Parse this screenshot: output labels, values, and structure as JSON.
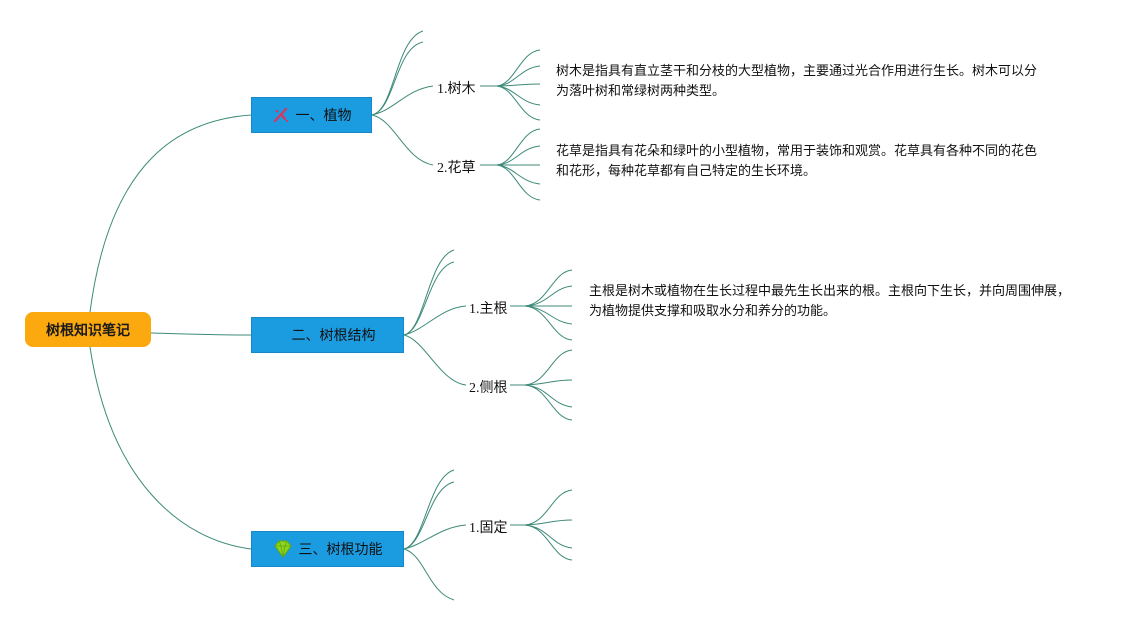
{
  "root": {
    "label": "树根知识笔记"
  },
  "branches": [
    {
      "label": "一、植物",
      "icon": "sparkles-icon",
      "children": [
        {
          "label": "1.树木",
          "note": "树木是指具有直立茎干和分枝的大型植物，主要通过光合作用进行生长。树木可以分为落叶树和常绿树两种类型。"
        },
        {
          "label": "2.花草",
          "note": "花草是指具有花朵和绿叶的小型植物，常用于装饰和观赏。花草具有各种不同的花色和花形，每种花草都有自己特定的生长环境。"
        }
      ]
    },
    {
      "label": "二、树根结构",
      "icon": "",
      "children": [
        {
          "label": "1.主根",
          "note": "主根是树木或植物在生长过程中最先生长出来的根。主根向下生长，并向周围伸展，为植物提供支撑和吸取水分和养分的功能。"
        },
        {
          "label": "2.侧根",
          "note": ""
        }
      ]
    },
    {
      "label": "三、树根功能",
      "icon": "diamond-icon",
      "children": [
        {
          "label": "1.固定",
          "note": ""
        }
      ]
    }
  ],
  "colors": {
    "root": "#fba90f",
    "branch": "#1b9be0",
    "line": "#3d8a78",
    "sparkle": "#d23a5f",
    "diamond": "#8fd41e"
  }
}
